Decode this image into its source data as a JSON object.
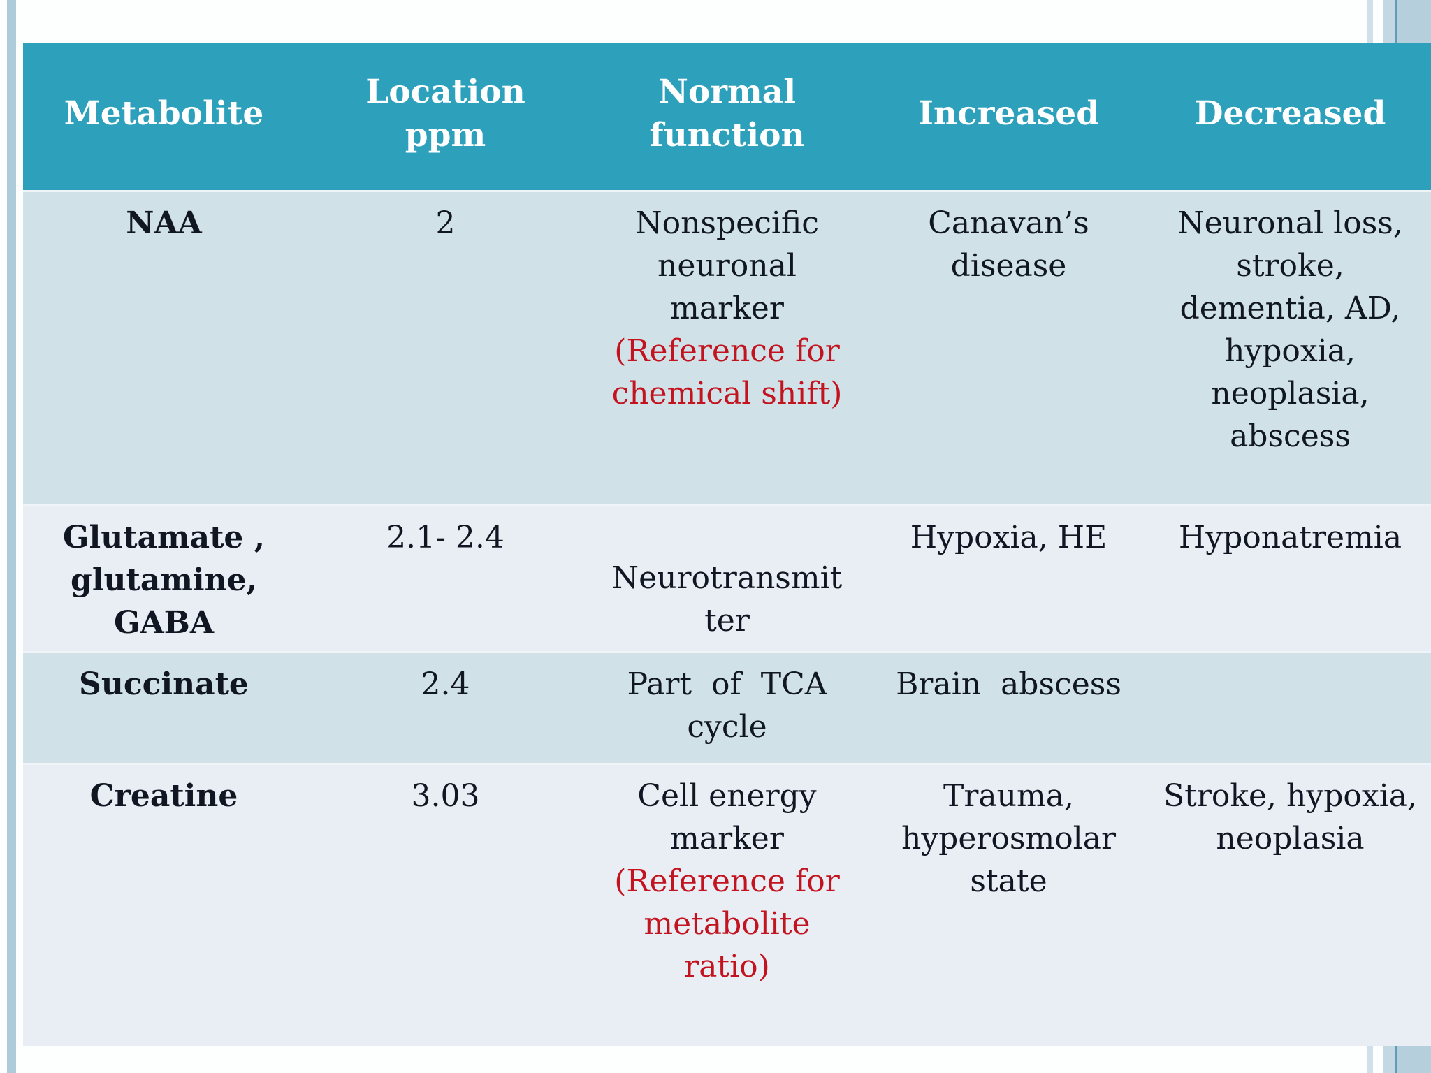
{
  "slide": {
    "background": "#fdfffe",
    "accent": {
      "left_stripe_color": "#aecbda",
      "right_stripe_colors": [
        "#cfe0ea",
        "#c3d8e3",
        "#5e9cb7",
        "#b5cfdd"
      ]
    }
  },
  "table": {
    "header_bg": "#2da0bc",
    "header_text_color": "#ffffff",
    "row_color_odd": "#d1e1e8",
    "row_color_even": "#e9eef5",
    "body_text_color": "#111722",
    "note_color": "#c3131f",
    "columns": [
      "Metabolite",
      "Location\nppm",
      "Normal\nfunction",
      "Increased",
      "Decreased"
    ],
    "rows": [
      {
        "metabolite": "NAA",
        "location_ppm": "2",
        "normal_function": "Nonspecific\nneuronal\nmarker",
        "normal_function_note": "(Reference for\nchemical shift)",
        "increased": "Canavan’s\ndisease",
        "decreased": "Neuronal loss,\nstroke,\ndementia, AD,\nhypoxia,\nneoplasia,\nabscess"
      },
      {
        "metabolite": "Glutamate ,\nglutamine,\nGABA",
        "location_ppm": "2.1- 2.4",
        "normal_function": "Neurotransmit\nter",
        "increased": "Hypoxia, HE",
        "decreased": "Hyponatremia"
      },
      {
        "metabolite": "Succinate",
        "location_ppm": "2.4",
        "normal_function": "Part  of  TCA\ncycle",
        "increased": "Brain  abscess",
        "decreased": ""
      },
      {
        "metabolite": "Creatine",
        "location_ppm": "3.03",
        "normal_function": "Cell energy\nmarker",
        "normal_function_note": "(Reference for\nmetabolite\nratio)",
        "increased": "Trauma,\nhyperosmolar\nstate",
        "decreased": "Stroke, hypoxia,\nneoplasia"
      }
    ]
  }
}
